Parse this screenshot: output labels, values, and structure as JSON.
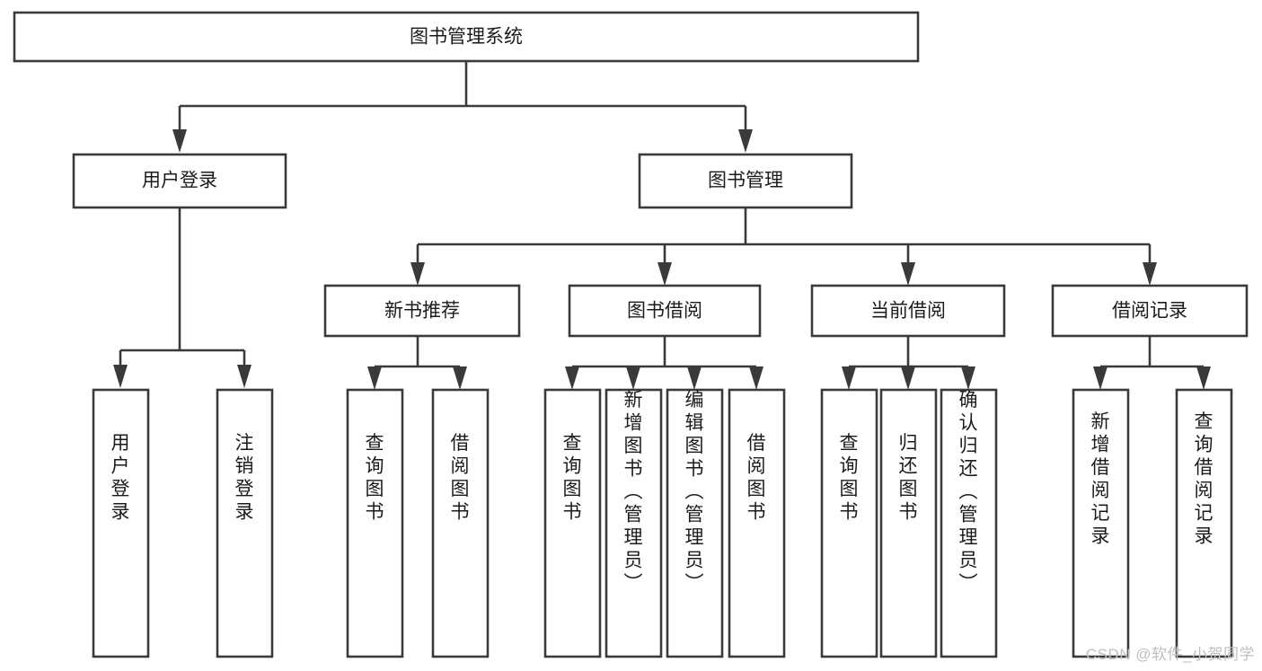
{
  "diagram": {
    "title": "图书管理系统",
    "type": "tree-hierarchy",
    "watermark": "CSDN @软件_小贺同学",
    "colors": {
      "stroke": "#3a3a3a",
      "box_fill": "#ffffff",
      "text": "#1b1b1b",
      "background": "#ffffff",
      "watermark": "#bfbfbf"
    },
    "levels": {
      "level1": {
        "count": 1
      },
      "level2": {
        "count": 2
      },
      "level3": {
        "count": 4
      },
      "level4": {
        "count": 13
      }
    },
    "nodes": {
      "root": {
        "label": "图书管理系统",
        "orientation": "horizontal"
      },
      "user_login": {
        "label": "用户登录",
        "orientation": "horizontal"
      },
      "book_manage": {
        "label": "图书管理",
        "orientation": "horizontal"
      },
      "new_book_rec": {
        "label": "新书推荐",
        "orientation": "horizontal"
      },
      "book_borrow": {
        "label": "图书借阅",
        "orientation": "horizontal"
      },
      "current_borrow": {
        "label": "当前借阅",
        "orientation": "horizontal"
      },
      "borrow_record": {
        "label": "借阅记录",
        "orientation": "horizontal"
      },
      "leaf_01": {
        "label": "用户登录",
        "orientation": "vertical"
      },
      "leaf_02": {
        "label": "注销登录",
        "orientation": "vertical"
      },
      "leaf_03": {
        "label": "查询图书",
        "orientation": "vertical"
      },
      "leaf_04": {
        "label": "借阅图书",
        "orientation": "vertical"
      },
      "leaf_05": {
        "label": "查询图书",
        "orientation": "vertical"
      },
      "leaf_06": {
        "label": "新增图书（管理员）",
        "orientation": "vertical"
      },
      "leaf_07": {
        "label": "编辑图书（管理员）",
        "orientation": "vertical"
      },
      "leaf_08": {
        "label": "借阅图书",
        "orientation": "vertical"
      },
      "leaf_09": {
        "label": "查询图书",
        "orientation": "vertical"
      },
      "leaf_10": {
        "label": "归还图书",
        "orientation": "vertical"
      },
      "leaf_11": {
        "label": "确认归还（管理员）",
        "orientation": "vertical"
      },
      "leaf_12": {
        "label": "新增借阅记录",
        "orientation": "vertical"
      },
      "leaf_13": {
        "label": "查询借阅记录",
        "orientation": "vertical"
      }
    },
    "edges": [
      {
        "from": "root",
        "to": "user_login"
      },
      {
        "from": "root",
        "to": "book_manage"
      },
      {
        "from": "user_login",
        "to": "leaf_01"
      },
      {
        "from": "user_login",
        "to": "leaf_02"
      },
      {
        "from": "book_manage",
        "to": "new_book_rec"
      },
      {
        "from": "book_manage",
        "to": "book_borrow"
      },
      {
        "from": "book_manage",
        "to": "current_borrow"
      },
      {
        "from": "book_manage",
        "to": "borrow_record"
      },
      {
        "from": "new_book_rec",
        "to": "leaf_03"
      },
      {
        "from": "new_book_rec",
        "to": "leaf_04"
      },
      {
        "from": "book_borrow",
        "to": "leaf_05"
      },
      {
        "from": "book_borrow",
        "to": "leaf_06"
      },
      {
        "from": "book_borrow",
        "to": "leaf_07"
      },
      {
        "from": "book_borrow",
        "to": "leaf_08"
      },
      {
        "from": "current_borrow",
        "to": "leaf_09"
      },
      {
        "from": "current_borrow",
        "to": "leaf_10"
      },
      {
        "from": "current_borrow",
        "to": "leaf_11"
      },
      {
        "from": "borrow_record",
        "to": "leaf_12"
      },
      {
        "from": "borrow_record",
        "to": "leaf_13"
      }
    ]
  }
}
